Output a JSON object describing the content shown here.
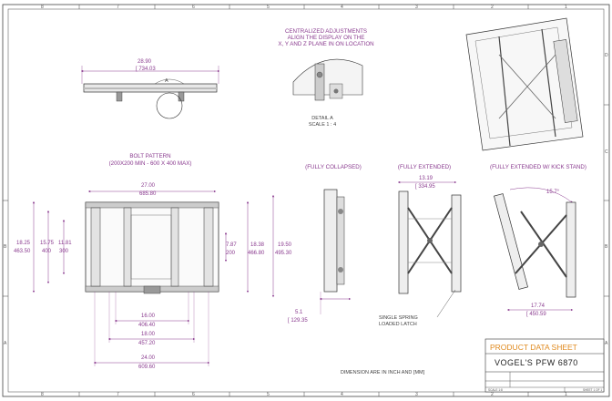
{
  "border": {
    "columns": [
      "8",
      "7",
      "6",
      "5",
      "4",
      "3",
      "2",
      "1"
    ],
    "rows": [
      "D",
      "C",
      "B",
      "A"
    ]
  },
  "top_view": {
    "width_in": "28.90",
    "width_mm": "[ 734.03",
    "detail_marker": "A"
  },
  "detail_a": {
    "note": [
      "CENTRALIZED ADJUSTMENTS",
      "ALIGN THE DISPLAY ON THE",
      "X, Y AND Z PLANE IN ON LOCATION"
    ],
    "label": "DETAIL A",
    "scale": "SCALE 1 : 4"
  },
  "bolt_pattern": {
    "title": "BOLT PATTERN",
    "subtitle": "(200X200 MIN - 600 X 400 MAX)",
    "top_width_in": "27.00",
    "top_width_mm": "685.80",
    "height_outer_in": "18.25",
    "height_outer_mm": "463.50",
    "height_400_in": "15.75",
    "height_400_mm": "400",
    "height_300_in": "11.81",
    "height_300_mm": "300",
    "inner_h_in": "7.87",
    "inner_h_mm": "200",
    "right_h1_in": "18.38",
    "right_h1_mm": "466.80",
    "right_h2_in": "19.50",
    "right_h2_mm": "495.30",
    "bottom_w1_in": "16.00",
    "bottom_w1_mm": "406.40",
    "bottom_w2_in": "18.00",
    "bottom_w2_mm": "457.20",
    "bottom_w3_in": "24.00",
    "bottom_w3_mm": "609.60"
  },
  "collapsed": {
    "title": "(FULLY COLLAPSED)",
    "depth_in": "5.1",
    "depth_mm": "[ 129.35"
  },
  "extended": {
    "title": "(FULLY EXTENDED)",
    "depth_in": "13.19",
    "depth_mm": "[ 334.95",
    "latch_note": [
      "SINGLE SPRING",
      "LOADED LATCH"
    ]
  },
  "kickstand": {
    "title": "(FULLY EXTENDED W/ KICK STAND)",
    "angle": "15.7°",
    "depth_in": "17.74",
    "depth_mm": "[ 450.59"
  },
  "footer": {
    "dimension_note": "DIMENSION ARE IN INCH AND [MM]"
  },
  "title_block": {
    "header": "PRODUCT DATA SHEET",
    "model": "VOGEL'S PFW 6870",
    "scale_label": "SCALE 1:8",
    "sheet_label": "SHEET 1 OF 1"
  },
  "colors": {
    "dimension": "#8a3b8f",
    "title_accent": "#e08a1e",
    "line": "#333333"
  }
}
